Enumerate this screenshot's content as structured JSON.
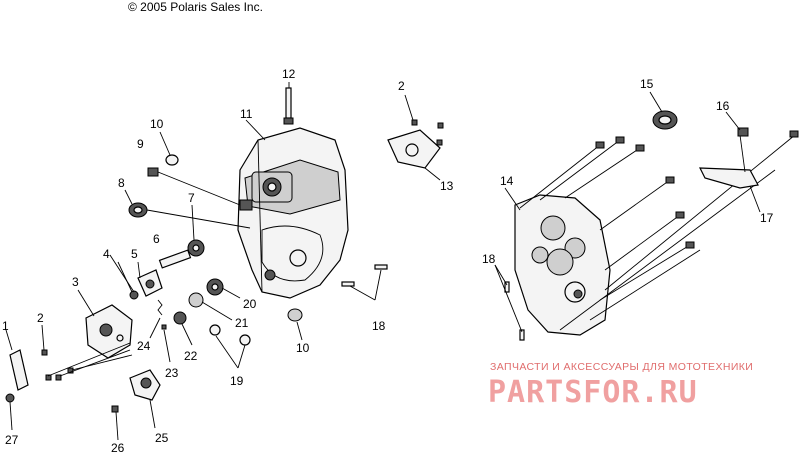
{
  "copyright": "© 2005 Polaris Sales Inc.",
  "callouts": [
    "1",
    "2",
    "3",
    "4",
    "5",
    "6",
    "7",
    "8",
    "9",
    "10",
    "11",
    "12",
    "2",
    "13",
    "14",
    "15",
    "16",
    "17",
    "18",
    "18",
    "19",
    "20",
    "21",
    "22",
    "23",
    "24",
    "10",
    "25",
    "26",
    "27"
  ],
  "watermark": {
    "tagline": "ЗАПЧАСТИ И АКСЕССУАРЫ ДЛЯ МОТОТЕХНИКИ",
    "logo": "PARTSFOR.RU"
  }
}
